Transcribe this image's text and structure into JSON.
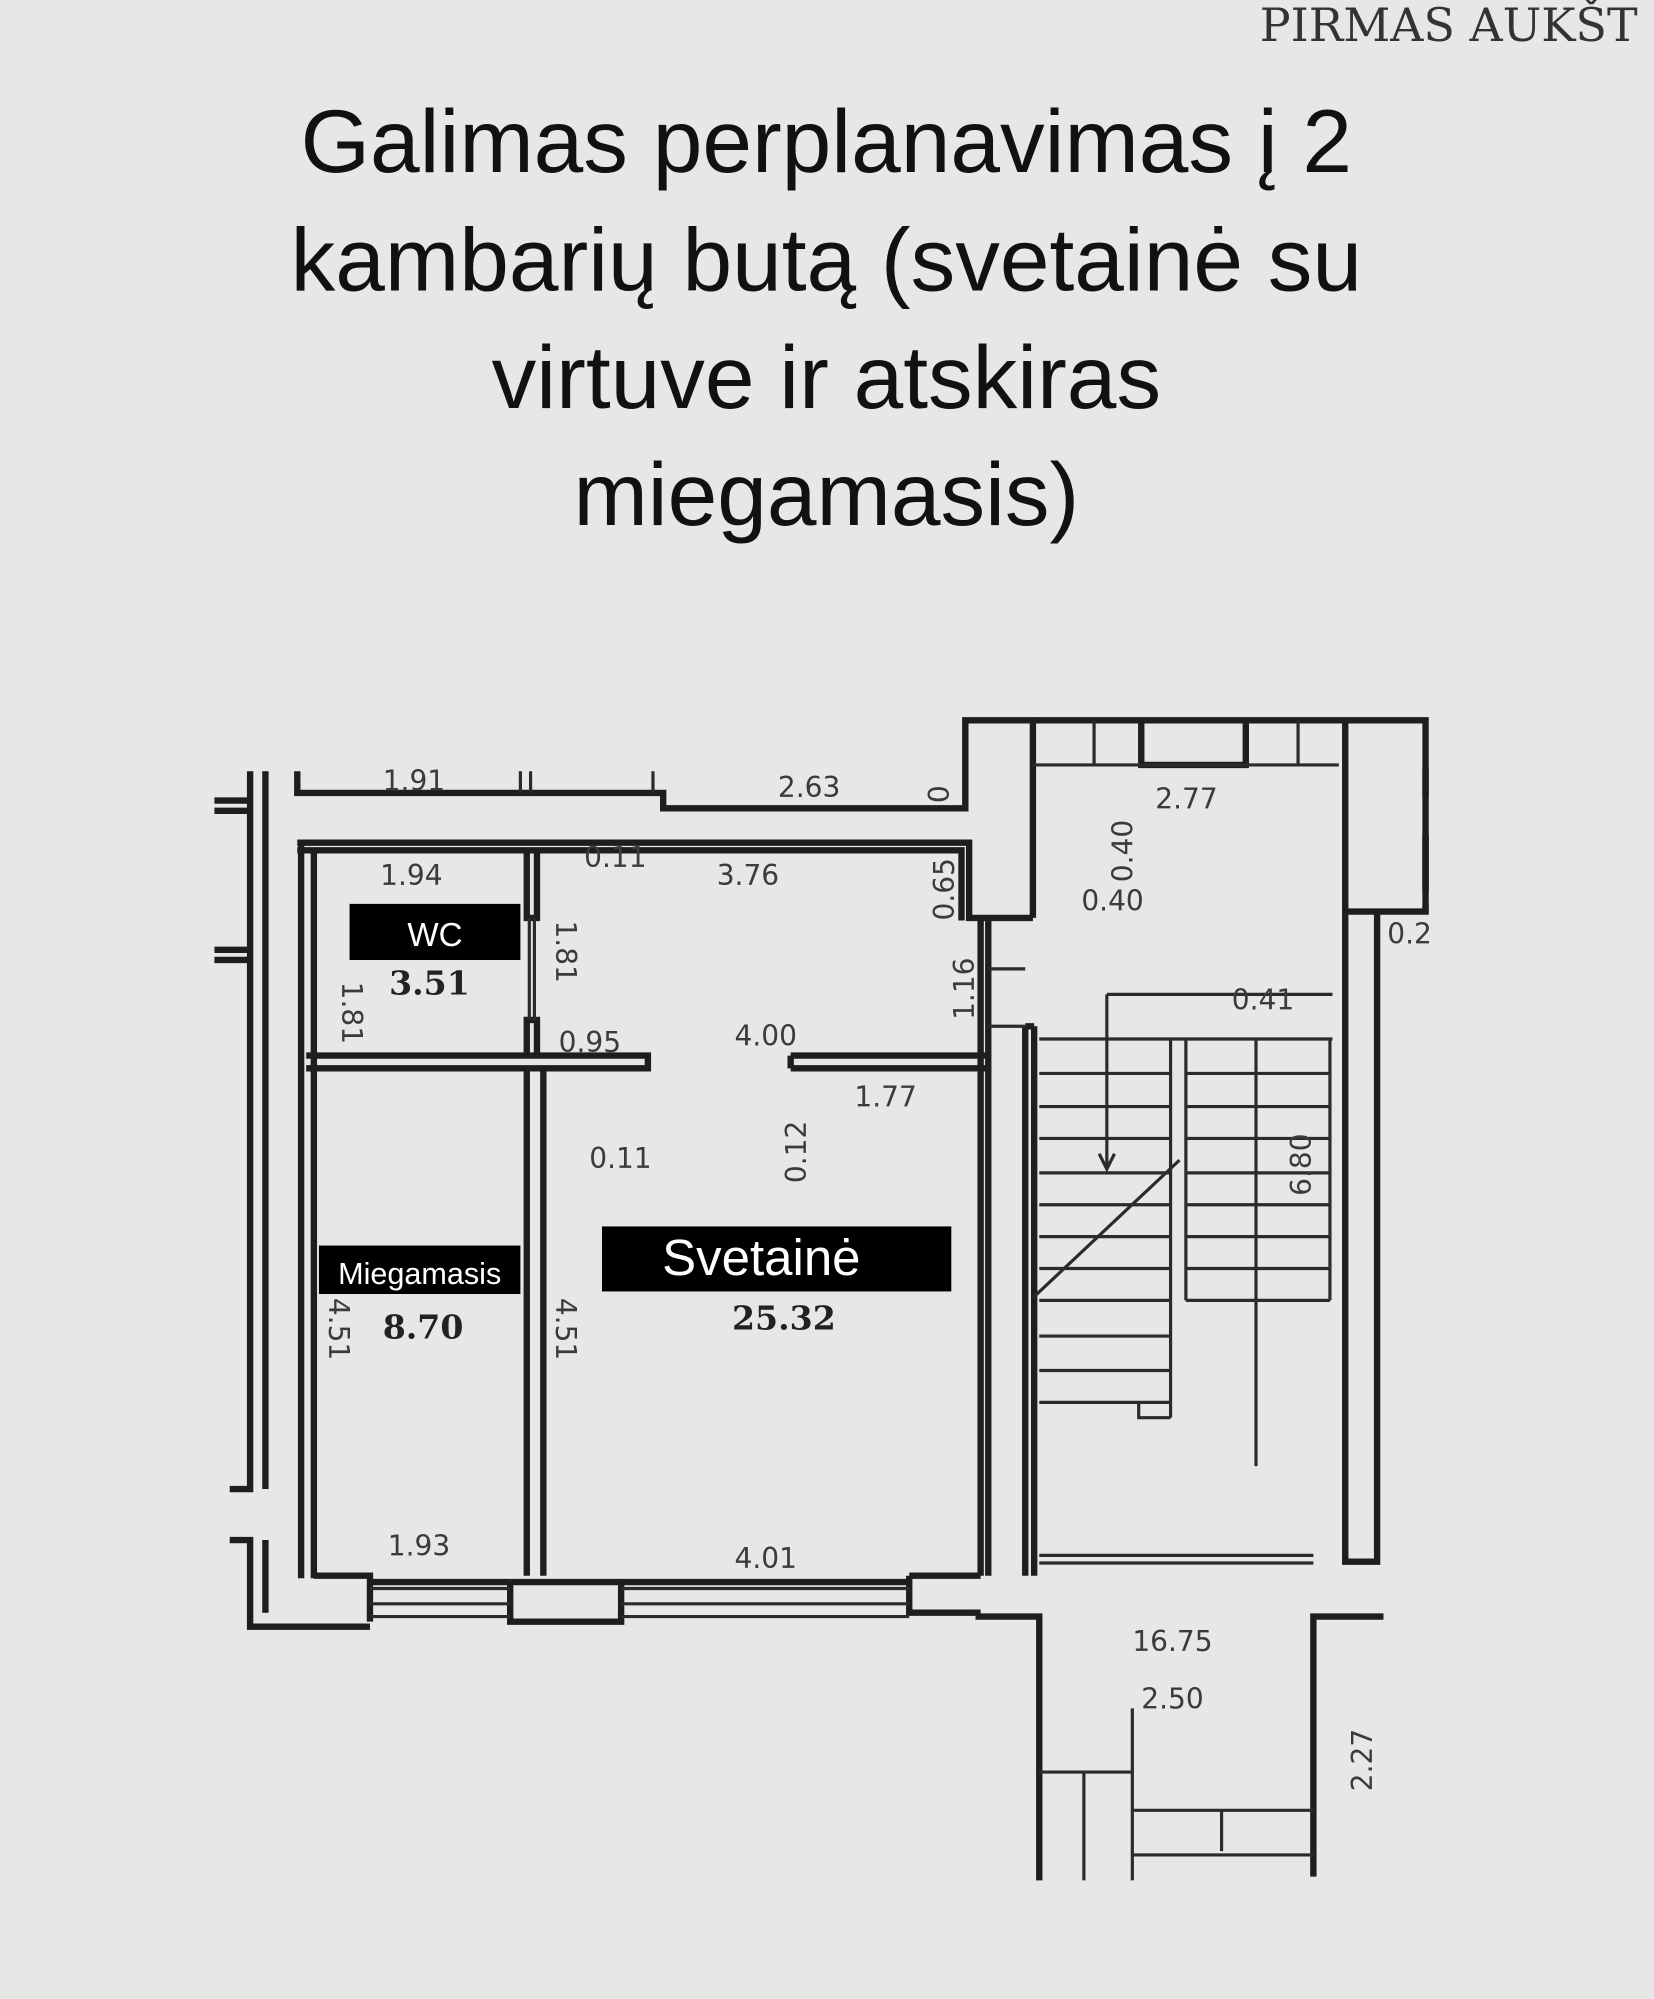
{
  "header": "PIRMAS AUKŠT",
  "title_lines": [
    "Galimas perplanavimas į 2",
    "kambarių butą (svetainė su",
    "virtuve ir atskiras",
    "miegamasis)"
  ],
  "rooms": {
    "wc": {
      "label": "WC",
      "area": "3.51"
    },
    "bedroom": {
      "label": "Miegamasis",
      "area": "8.70"
    },
    "living": {
      "label": "Svetainė",
      "area": "25.32"
    },
    "vestibule": {
      "area": "16.75"
    }
  },
  "dimensions": {
    "top_left": "1.91",
    "top_mid": "2.63",
    "top_zero": "0",
    "wc_width": "1.94",
    "wall_011_top": "0.11",
    "living_top": "3.76",
    "d_065": "0.65",
    "wc_height_left": "1.81",
    "wc_height_right": "1.81",
    "d_095": "0.95",
    "d_400": "4.00",
    "d_116": "1.16",
    "d_177": "1.77",
    "d_012": "0.12",
    "wall_011_mid": "0.11",
    "bed_height": "4.51",
    "living_height": "4.51",
    "bed_bottom": "1.93",
    "living_bottom": "4.01",
    "stair_277": "2.77",
    "stair_040_v": "0.40",
    "stair_040_h": "0.40",
    "stair_041": "0.41",
    "stair_680": "6.80",
    "stair_02": "0.2",
    "vest_250": "2.50",
    "vest_227": "2.27"
  }
}
